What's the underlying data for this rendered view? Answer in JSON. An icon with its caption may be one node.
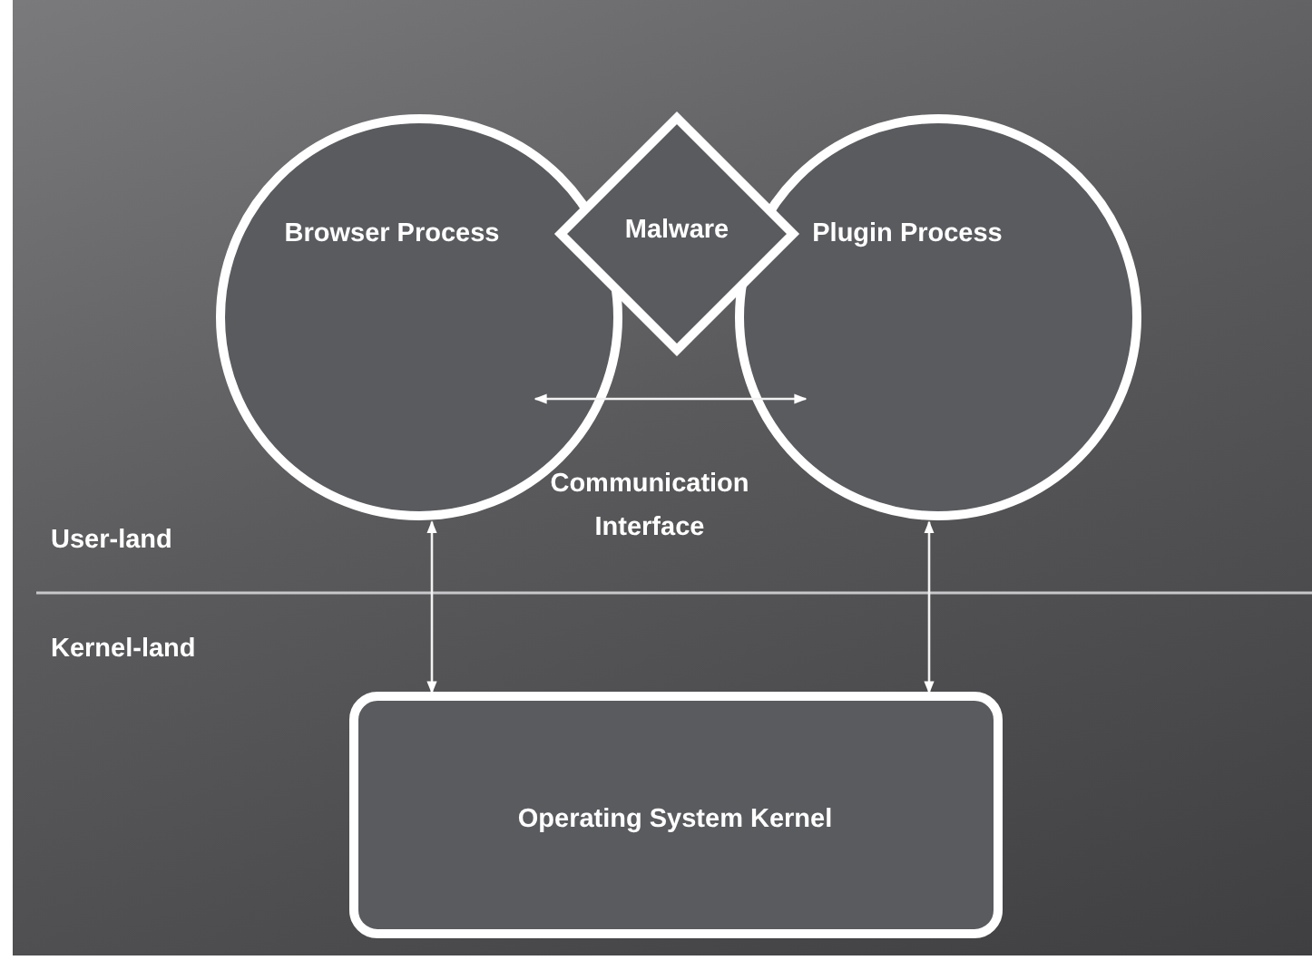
{
  "diagram": {
    "nodes": [
      {
        "text": [
          "Browser Process"
        ]
      },
      {
        "text": [
          "Malware"
        ]
      },
      {
        "text": [
          "Plugin Process"
        ]
      },
      {
        "text": [
          "Operating System Kernel"
        ]
      }
    ],
    "edges": [
      {
        "from": 0,
        "to": 2,
        "arrow": "both",
        "label": "Communication Interface"
      },
      {
        "from": 0,
        "to": 3,
        "arrow": "both"
      },
      {
        "from": 2,
        "to": 3,
        "arrow": "both"
      }
    ],
    "labels": [
      "User-land",
      "Kernel-land"
    ]
  }
}
